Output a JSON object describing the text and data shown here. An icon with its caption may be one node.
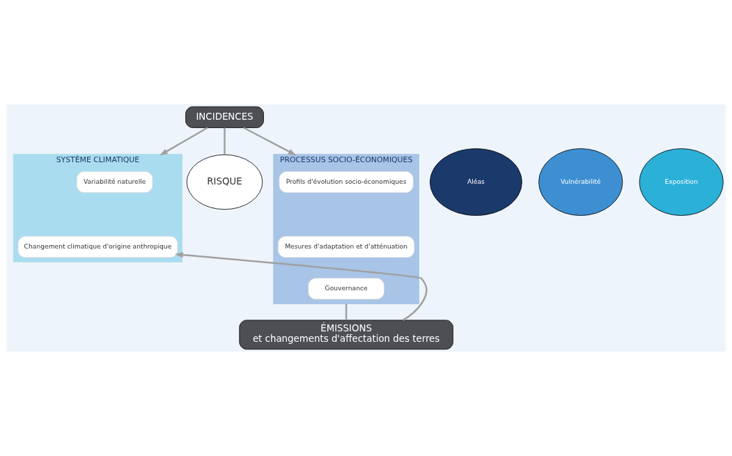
{
  "diagram": {
    "nodes": [
      {
        "text": [
          "INCIDENCES"
        ]
      },
      {
        "text": [
          "SYSTÈME CLIMATIQUE"
        ]
      },
      {
        "text": [
          "Variabilité naturelle"
        ],
        "in": 1
      },
      {
        "text": [
          "Changement climatique d'origine anthropique"
        ],
        "in": 1
      },
      {
        "text": [
          "Aléas"
        ]
      },
      {
        "text": [
          "Vulnérabilité"
        ]
      },
      {
        "text": [
          "RISQUE"
        ]
      },
      {
        "text": [
          "Exposition"
        ]
      },
      {
        "text": [
          "PROCESSUS SOCIO-ÉCONOMIQUES"
        ]
      },
      {
        "text": [
          "Profils d'évolution socio-économiques"
        ],
        "in": 8
      },
      {
        "text": [
          "Mesures d'adaptation et d'atténuation"
        ],
        "in": 8
      },
      {
        "text": [
          "Gouvernance"
        ],
        "in": 8
      },
      {
        "text": [
          "ÉMISSIONS",
          "et changements d'affectation des terres"
        ]
      }
    ],
    "edges": [
      {
        "from": 0,
        "to": 1,
        "arrow": "to"
      },
      {
        "from": 0,
        "to": 8,
        "arrow": "to"
      },
      {
        "from": 0,
        "to": 6,
        "arrow": "none"
      },
      {
        "from": 8,
        "to": 12,
        "arrow": "none"
      },
      {
        "from": 12,
        "to": 3,
        "arrow": "to"
      }
    ]
  }
}
